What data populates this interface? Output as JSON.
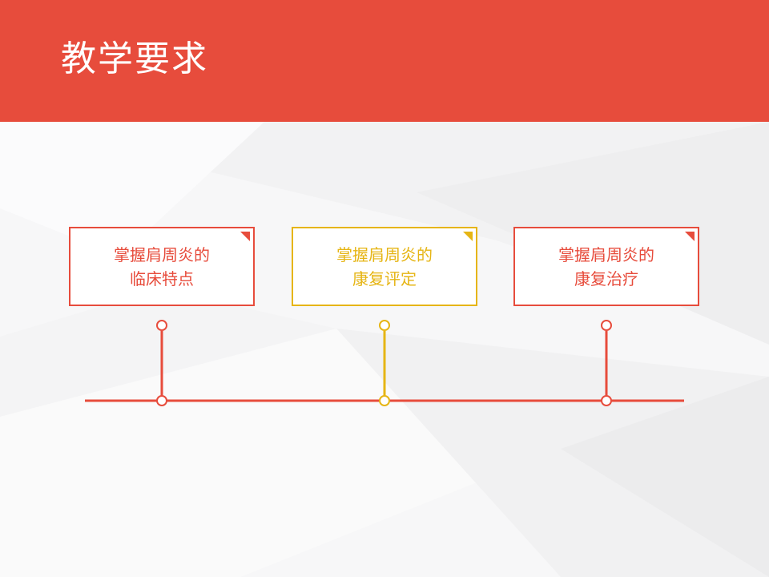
{
  "header": {
    "title": "教学要求",
    "color": "#e74c3c"
  },
  "cards": [
    {
      "line1": "掌握肩周炎的",
      "line2": "临床特点",
      "color": "#e74c3c"
    },
    {
      "line1": "掌握肩周炎的",
      "line2": "康复评定",
      "color": "#e6b514"
    },
    {
      "line1": "掌握肩周炎的",
      "line2": "康复治疗",
      "color": "#e74c3c"
    }
  ],
  "timeline": {
    "line_color": "#e74c3c",
    "highlight_color": "#e6b514"
  }
}
